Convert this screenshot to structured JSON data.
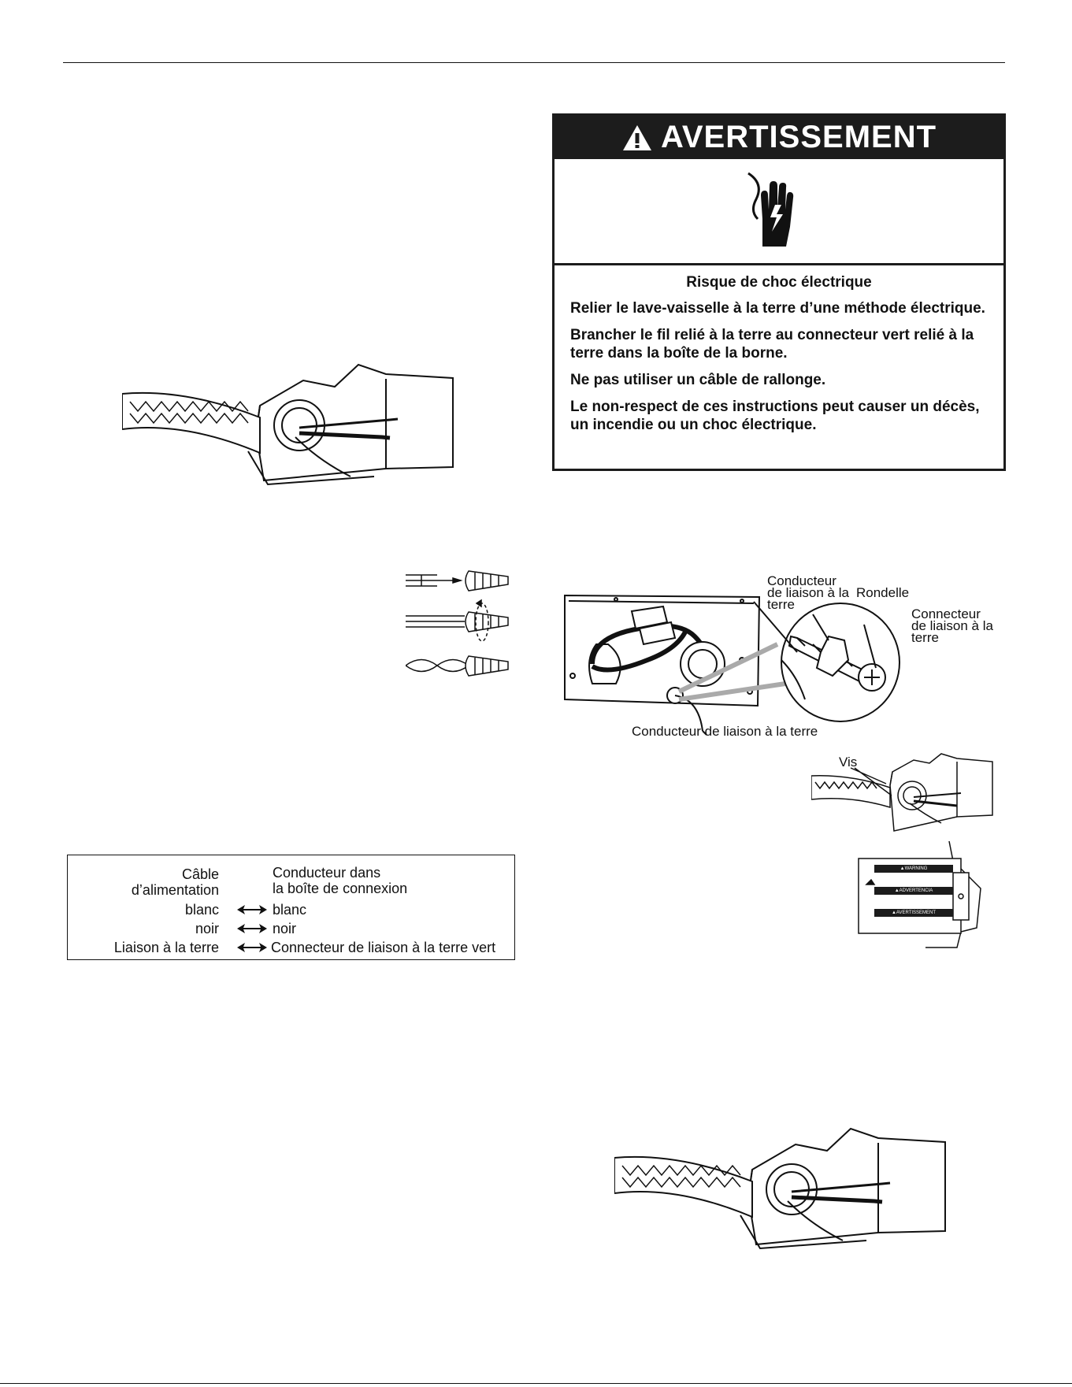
{
  "warning": {
    "header": "AVERTISSEMENT",
    "hazard_icon": "electric-shock-hand-icon",
    "title": "Risque de choc électrique",
    "lines": [
      "Relier le lave-vaisselle à la terre d’une méthode électrique.",
      "Brancher le fil relié à la terre au connecteur vert relié à la terre dans la boîte de la borne.",
      "Ne pas utiliser un câble de rallonge.",
      "Le non-respect de ces instructions peut causer un décès, un incendie ou un choc électrique."
    ]
  },
  "wire_table": {
    "header_left_1": "Câble",
    "header_left_2": "d’alimentation",
    "header_right_1": "Conducteur dans",
    "header_right_2": "la boîte de connexion",
    "rows": [
      {
        "left": "blanc",
        "right": "blanc"
      },
      {
        "left": "noir",
        "right": "noir"
      },
      {
        "left": "Liaison à la terre",
        "right": "Connecteur de liaison à la terre vert"
      }
    ]
  },
  "ground_diagram": {
    "label_conductor_1": "Conducteur",
    "label_conductor_2": "de liaison à la",
    "label_conductor_3": "terre",
    "label_washer": "Rondelle",
    "label_connector_1": "Connecteur",
    "label_connector_2": "de liaison à la",
    "label_connector_3": "terre",
    "label_bottom": "Conducteur de liaison à la terre"
  },
  "screw_diagram": {
    "label": "Vis"
  },
  "cover_labels": [
    "▲WARNING",
    "▲ADVERTENCIA",
    "▲AVERTISSEMENT"
  ]
}
